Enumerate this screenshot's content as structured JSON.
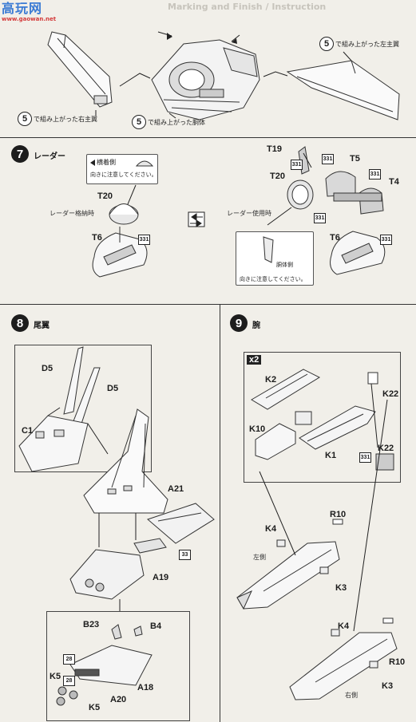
{
  "watermark": {
    "brand": "高玩网",
    "url": "www.gaowan.net"
  },
  "header": {
    "faint_title": "Marking and Finish / Instruction"
  },
  "step5_top": {
    "right_wing": "で組み上がった右主翼",
    "body": "で組み上がった胴体",
    "left_wing": "で組み上がった左主翼",
    "step_ref": "5"
  },
  "step7": {
    "number": "7",
    "title": "レーダー",
    "stowed_label": "レーダー格納時",
    "deployed_label": "レーダー使用時",
    "note_1_head": "横着側",
    "note_1_body": "向きに注意してください。",
    "note_2_head": "胴体側",
    "note_2_body": "向きに注意してください。",
    "parts": {
      "t20a": "T20",
      "t6a": "T6",
      "t19": "T19",
      "t5": "T5",
      "t20b": "T20",
      "t4": "T4",
      "t6b": "T6"
    },
    "paint": "331"
  },
  "step8": {
    "number": "8",
    "title": "尾翼",
    "parts": {
      "d5a": "D5",
      "d5b": "D5",
      "c1": "C1",
      "a21": "A21",
      "a19": "A19",
      "b23": "B23",
      "b4": "B4",
      "a18": "A18",
      "k5a": "K5",
      "k5b": "K5",
      "a20": "A20"
    },
    "paint_33": "33",
    "paint_28": "28"
  },
  "step9": {
    "number": "9",
    "title": "腕",
    "multiplier": "x2",
    "parts": {
      "k2": "K2",
      "k22a": "K22",
      "k10": "K10",
      "k1": "K1",
      "k22b": "K22",
      "r10a": "R10",
      "k4a": "K4",
      "k3a": "K3",
      "k4b": "K4",
      "r10b": "R10",
      "k3b": "K3"
    },
    "left_side": "左側",
    "right_side": "右側",
    "paint": "331"
  }
}
